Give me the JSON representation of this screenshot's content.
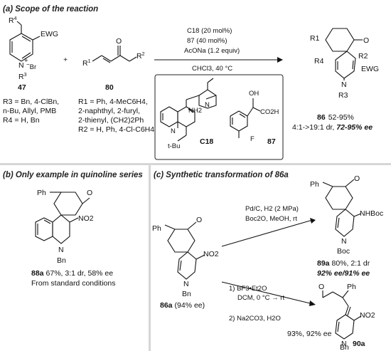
{
  "panel_a": {
    "header": "(a) Scope of the reaction",
    "reagent_47": {
      "substituent_top": "R",
      "substituent_top_sup": "4",
      "ewg": "EWG",
      "n_plus": "N",
      "br": "Br",
      "r3": "R",
      "r3_sup": "3",
      "label": "47"
    },
    "plus": "+",
    "reagent_80": {
      "r1": "R",
      "r1_sup": "1",
      "r2": "R",
      "r2_sup": "2",
      "o": "O",
      "label": "80"
    },
    "conditions_above": [
      "C18 (20 mol%)",
      "87 (40 mol%)",
      "AcONa (1.2 equiv)"
    ],
    "conditions_below": "CHCl3, 40 °C",
    "catalyst_box": {
      "c18_label": "C18",
      "c18_nh2": "NH2",
      "c18_n": "N",
      "c18_tbu": "t-Bu",
      "c87_label": "87",
      "c87_oh": "OH",
      "c87_acid": "CO2H",
      "c87_f": "F"
    },
    "product_86": {
      "label": "86",
      "yield": "52-95%",
      "dr": "4:1->19:1 dr,",
      "ee": "72-95% ee",
      "o": "O",
      "r1": "R1",
      "r2": "R2",
      "r4": "R4",
      "ewg": "EWG",
      "n": "N",
      "r3": "R3"
    },
    "substituent_notes": {
      "r3_line1": "R3 = Bn, 4-ClBn,",
      "r3_line2": "n-Bu, Allyl, PMB",
      "r4_line": "R4 = H, Bn",
      "r1_line1": "R1 = Ph, 4-MeC6H4,",
      "r1_line2": "2-naphthyl, 2-furyl,",
      "r1_line3": "2-thienyl, (CH2)2Ph",
      "r2_line": "R2 = H, Ph, 4-Cl-C6H4"
    }
  },
  "panel_b": {
    "header": "(b) Only example in quinoline series",
    "ph": "Ph",
    "o": "O",
    "no2": "NO2",
    "n": "N",
    "bn": "Bn",
    "label": "88a",
    "result": "67%, 3:1 dr, 58% ee",
    "note": "From standard conditions"
  },
  "panel_c": {
    "header": "(c) Synthetic transformation of 86a",
    "start": {
      "ph": "Ph",
      "o": "O",
      "no2": "NO2",
      "n": "N",
      "bn": "Bn",
      "label": "86a",
      "ee": "(94% ee)"
    },
    "route_top": {
      "conditions_1": "Pd/C, H2 (2 MPa)",
      "conditions_2": "Boc2O, MeOH, rt",
      "product": {
        "ph": "Ph",
        "o": "O",
        "nhboc": "NHBoc",
        "n": "N",
        "boc": "Boc",
        "label": "89a",
        "result_1": "80%, 2:1 dr",
        "result_2": "92% ee/91% ee"
      }
    },
    "route_bottom": {
      "conditions_1": "1) BF3•Et2O",
      "conditions_2": "DCM, 0 °C → rt",
      "conditions_3": "2) Na2CO3, H2O",
      "product": {
        "o": "O",
        "ph": "Ph",
        "no2": "NO2",
        "n": "N",
        "bn": "Bn",
        "label": "90a",
        "result": "93%, 92% ee"
      }
    }
  }
}
